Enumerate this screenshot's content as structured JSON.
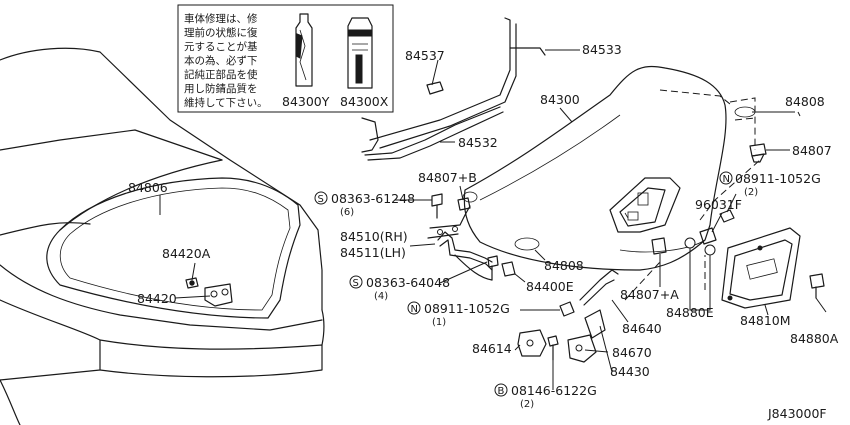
{
  "note": {
    "lines": [
      "車体修理は、修",
      "理前の状態に復",
      "元することが基",
      "本の為、必ず下",
      "記純正部品を使",
      "用し防錆品質を",
      "維持して下さい。"
    ],
    "parts": [
      "84300Y",
      "84300X"
    ]
  },
  "callouts": {
    "p84537": "84537",
    "p84533": "84533",
    "p84300": "84300",
    "p84808a": "84808",
    "p84532": "84532",
    "p84807": "84807",
    "p84806": "84806",
    "p84807b": "84807+B",
    "p08911a": "08911-1052G",
    "p08911a_q": "(2)",
    "p08363a": "08363-61248",
    "p08363a_q": "(6)",
    "p96031f": "96031F",
    "p84510": "84510(RH)",
    "p84511": "84511(LH)",
    "p84420a": "84420A",
    "p84808b": "84808",
    "p08363b": "08363-64048",
    "p08363b_q": "(4)",
    "p84400e": "84400E",
    "p84420": "84420",
    "p84807a": "84807+A",
    "p84880e": "84880E",
    "p84810m": "84810M",
    "p84880a": "84880A",
    "p08911b": "08911-1052G",
    "p08911b_q": "(1)",
    "p84640": "84640",
    "p84614": "84614",
    "p84670": "84670",
    "p84430": "84430",
    "p08146": "08146-6122G",
    "p08146_q": "(2)"
  },
  "symbols": {
    "s": "S",
    "n": "N",
    "b": "B"
  },
  "diagram_code": "J843000F"
}
